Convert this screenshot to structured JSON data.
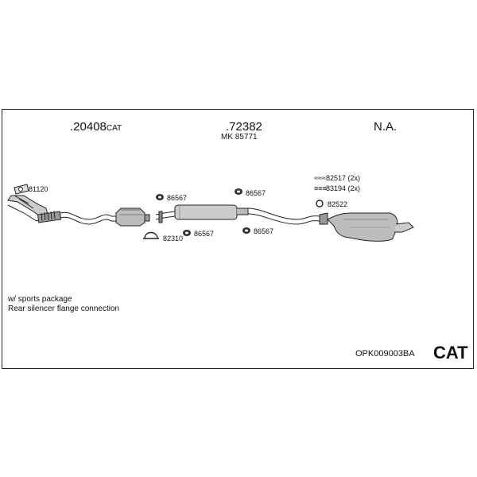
{
  "headers": {
    "part1_prefix": ".",
    "part1_number": "20408",
    "part1_suffix": "CAT",
    "part2_number": ".72382",
    "part2_mk": "MK  85771",
    "part3": "N.A."
  },
  "callouts": {
    "c81120": "81120",
    "c86567_a": "86567",
    "c86567_b": "86567",
    "c86567_c": "86567",
    "c86567_d": "86567",
    "c82310": "82310",
    "c82517": "82517 (2x)",
    "c83194": "83194 (2x)",
    "c82522": "82522"
  },
  "symbols": {
    "spring": "≈≈≈",
    "bolt": "≡≡≡"
  },
  "notes": {
    "line1": "w/ sports package",
    "line2": "Rear silencer flange connection"
  },
  "footer": {
    "code": "OPK009003BA",
    "badge": "CAT"
  }
}
